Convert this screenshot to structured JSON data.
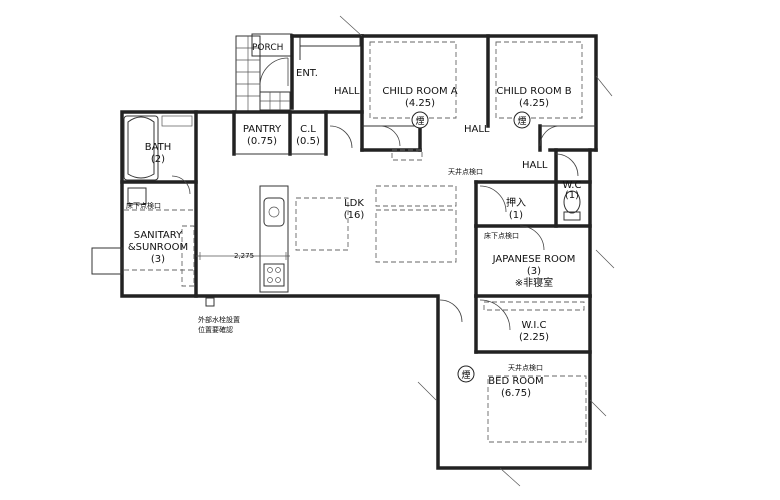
{
  "rooms": {
    "porch": "PORCH",
    "ent": "ENT.",
    "hall_top": "HALL",
    "child_a": "CHILD ROOM A",
    "child_a_area": "(4.25)",
    "child_b": "CHILD ROOM B",
    "child_b_area": "(4.25)",
    "hall_mid": "HALL",
    "hall_right": "HALL",
    "bath": "BATH",
    "bath_area": "(2)",
    "pantry": "PANTRY",
    "pantry_area": "(0.75)",
    "cl": "C.L",
    "cl_area": "(0.5)",
    "ldk": "LDK",
    "ldk_area": "(16)",
    "wc": "W.C",
    "wc_area": "(1)",
    "oshiire": "押入",
    "oshiire_area": "(1)",
    "sanitary_1": "SANITARY",
    "sanitary_2": "&SUNROOM",
    "sanitary_area": "(3)",
    "japanese": "JAPANESE ROOM",
    "japanese_area": "(3)",
    "japanese_note": "※非寝室",
    "wic": "W.I.C",
    "wic_area": "(2.25)",
    "bed": "BED ROOM",
    "bed_area": "(6.75)"
  },
  "notes": {
    "floor_hatch_1": "床下点検口",
    "floor_hatch_2": "床下点検口",
    "ceiling_hatch_1": "天井点検口",
    "ceiling_hatch_2": "天井点検口",
    "dimension": "2,275",
    "faucet_1": "外部水栓設置",
    "faucet_2": "位置要確認"
  },
  "symbols": {
    "smoke_detector": "煙"
  }
}
